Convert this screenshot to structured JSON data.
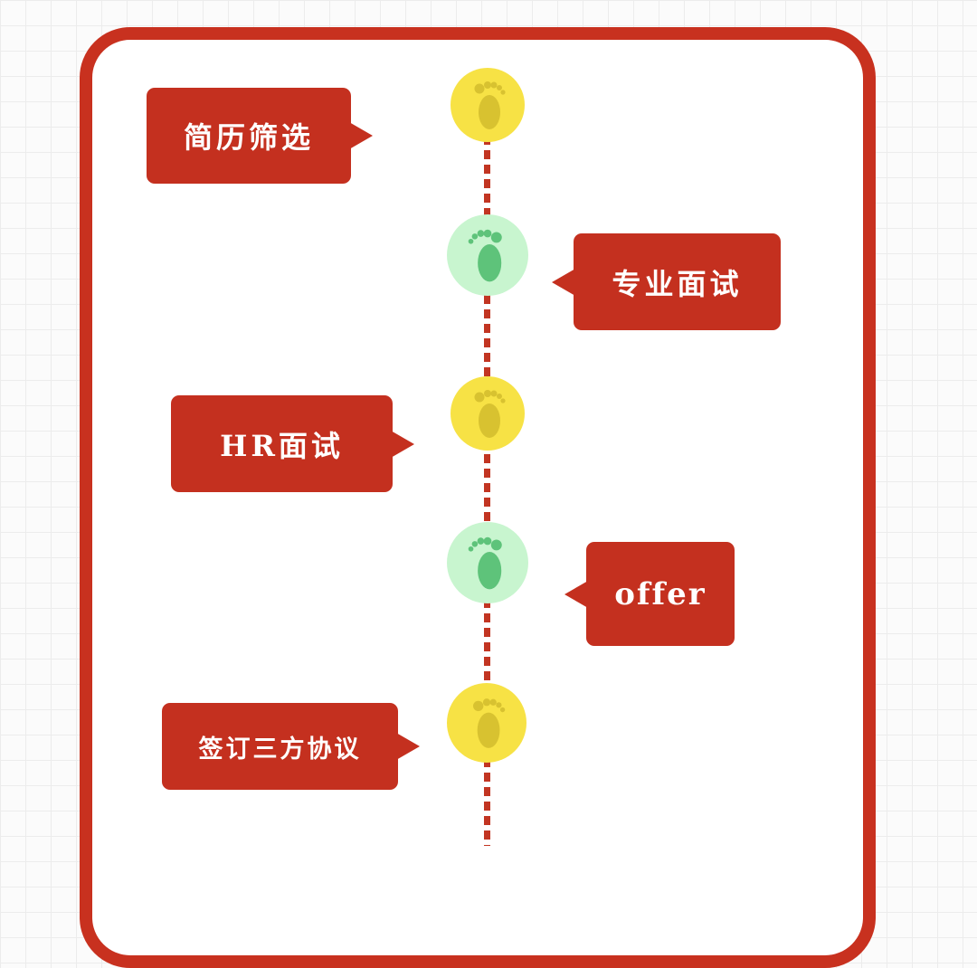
{
  "colors": {
    "frame": "#c8311f",
    "bubble": "#c4301f",
    "timeline": "#c23522",
    "node_yellow": "#f7e245",
    "foot_yellow": "#d8c230",
    "node_green": "#c8f5cf",
    "foot_green": "#5ec37a",
    "text": "#ffffff"
  },
  "steps": [
    {
      "label": "简历筛选",
      "node_color": "yellow",
      "icon": "footprint-icon"
    },
    {
      "label": "专业面试",
      "node_color": "green",
      "icon": "footprint-icon"
    },
    {
      "label": "HR面试",
      "node_color": "yellow",
      "icon": "footprint-icon"
    },
    {
      "label": "offer",
      "node_color": "green",
      "icon": "footprint-icon"
    },
    {
      "label": "签订三方协议",
      "node_color": "yellow",
      "icon": "footprint-icon"
    }
  ]
}
